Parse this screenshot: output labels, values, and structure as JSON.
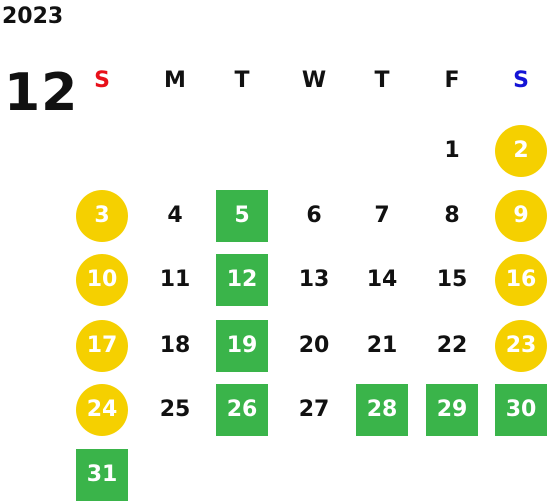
{
  "header": {
    "year": "2023",
    "month": "12"
  },
  "colors": {
    "text": "#111111",
    "sunday_header": "#e8101a",
    "saturday_header": "#1414d6",
    "weekend_fill": "#f5d000",
    "holiday_fill": "#3ab44a",
    "highlight_text": "#ffffff"
  },
  "weekdays": [
    {
      "label": "S",
      "kind": "sunday"
    },
    {
      "label": "M",
      "kind": "weekday"
    },
    {
      "label": "T",
      "kind": "weekday"
    },
    {
      "label": "W",
      "kind": "weekday"
    },
    {
      "label": "T",
      "kind": "weekday"
    },
    {
      "label": "F",
      "kind": "weekday"
    },
    {
      "label": "S",
      "kind": "saturday"
    }
  ],
  "weeks": [
    [
      null,
      null,
      null,
      null,
      null,
      {
        "day": "1",
        "style": "plain"
      },
      {
        "day": "2",
        "style": "weekend"
      }
    ],
    [
      {
        "day": "3",
        "style": "weekend"
      },
      {
        "day": "4",
        "style": "plain"
      },
      {
        "day": "5",
        "style": "holiday"
      },
      {
        "day": "6",
        "style": "plain"
      },
      {
        "day": "7",
        "style": "plain"
      },
      {
        "day": "8",
        "style": "plain"
      },
      {
        "day": "9",
        "style": "weekend"
      }
    ],
    [
      {
        "day": "10",
        "style": "weekend"
      },
      {
        "day": "11",
        "style": "plain"
      },
      {
        "day": "12",
        "style": "holiday"
      },
      {
        "day": "13",
        "style": "plain"
      },
      {
        "day": "14",
        "style": "plain"
      },
      {
        "day": "15",
        "style": "plain"
      },
      {
        "day": "16",
        "style": "weekend"
      }
    ],
    [
      {
        "day": "17",
        "style": "weekend"
      },
      {
        "day": "18",
        "style": "plain"
      },
      {
        "day": "19",
        "style": "holiday"
      },
      {
        "day": "20",
        "style": "plain"
      },
      {
        "day": "21",
        "style": "plain"
      },
      {
        "day": "22",
        "style": "plain"
      },
      {
        "day": "23",
        "style": "weekend"
      }
    ],
    [
      {
        "day": "24",
        "style": "weekend"
      },
      {
        "day": "25",
        "style": "plain"
      },
      {
        "day": "26",
        "style": "holiday"
      },
      {
        "day": "27",
        "style": "plain"
      },
      {
        "day": "28",
        "style": "holiday"
      },
      {
        "day": "29",
        "style": "holiday"
      },
      {
        "day": "30",
        "style": "holiday"
      }
    ],
    [
      {
        "day": "31",
        "style": "holiday"
      },
      null,
      null,
      null,
      null,
      null,
      null
    ]
  ]
}
